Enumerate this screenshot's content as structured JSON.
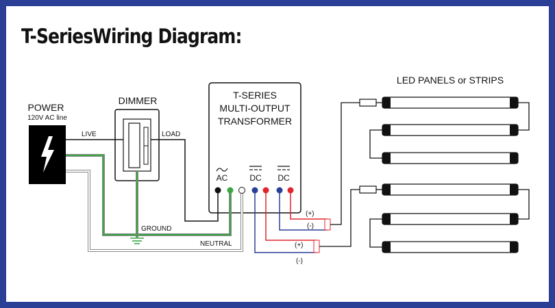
{
  "title": "T-SeriesWiring Diagram:",
  "power": {
    "label": "POWER",
    "sublabel": "120V AC line"
  },
  "dimmer": {
    "label": "DIMMER"
  },
  "transformer": {
    "line1": "T-SERIES",
    "line2": "MULTI-OUTPUT",
    "line3": "TRANSFORMER"
  },
  "terminals": {
    "ac": "AC",
    "dc1": "DC",
    "dc2": "DC"
  },
  "wires": {
    "live": "LIVE",
    "load": "LOAD",
    "ground": "GROUND",
    "neutral": "NEUTRAL"
  },
  "polarity": {
    "pos1": "(+)",
    "neg1": "(-)",
    "pos2": "(+)",
    "neg2": "(-)"
  },
  "led": {
    "label": "LED PANELS or STRIPS"
  },
  "colors": {
    "border": "#2b3f96",
    "ground_wire": "#3aa645",
    "positive_wire": "#e1262b",
    "negative_wire": "#2b3f96",
    "terminal_black": "#111111",
    "terminal_white": "#ffffff"
  },
  "icons": [
    "lightning-bolt-icon",
    "ground-symbol-icon",
    "ac-symbol-icon",
    "dc-symbol-icon"
  ]
}
